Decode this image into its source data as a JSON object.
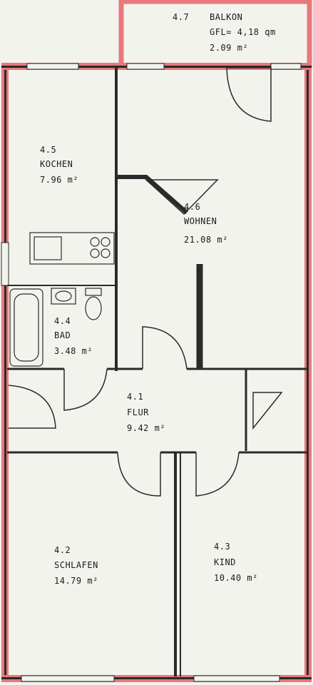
{
  "colors": {
    "wall_outline": "#e8787c",
    "wall_fill": "#2a2a2a",
    "interior_wall": "#3a3a3a",
    "paper": "#f3f3ee"
  },
  "rooms": [
    {
      "id": "4.7",
      "number": "4.7",
      "name": "BALKON",
      "extra": "GFL= 4,18 qm",
      "area": "2.09 m²"
    },
    {
      "id": "4.5",
      "number": "4.5",
      "name": "KOCHEN",
      "area": "7.96 m²"
    },
    {
      "id": "4.6",
      "number": "4.6",
      "name": "WOHNEN",
      "area": "21.08 m²"
    },
    {
      "id": "4.4",
      "number": "4.4",
      "name": "BAD",
      "area": "3.48 m²"
    },
    {
      "id": "4.1",
      "number": "4.1",
      "name": "FLUR",
      "area": "9.42 m²"
    },
    {
      "id": "4.2",
      "number": "4.2",
      "name": "SCHLAFEN",
      "area": "14.79 m²"
    },
    {
      "id": "4.3",
      "number": "4.3",
      "name": "KIND",
      "area": "10.40 m²"
    }
  ]
}
